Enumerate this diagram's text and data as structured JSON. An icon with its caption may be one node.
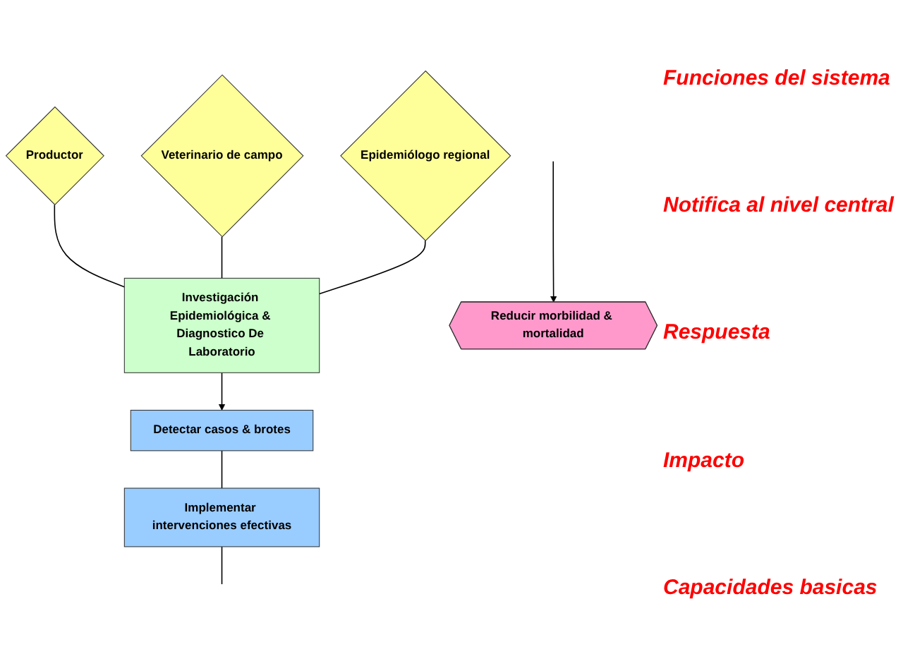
{
  "diagram": {
    "nodes": [
      {
        "text": [
          "Productor"
        ]
      },
      {
        "text": [
          "Veterinario de campo"
        ]
      },
      {
        "text": [
          "Epidemiólogo regional"
        ]
      },
      {
        "text": [
          "Investigación Epidemiológica & Diagnostico De Laboratorio"
        ]
      },
      {
        "text": [
          "Detectar casos & brotes"
        ]
      },
      {
        "text": [
          "Implementar intervenciones efectivas"
        ]
      },
      {
        "text": [
          "Reducir morbilidad & mortalidad"
        ]
      }
    ],
    "edges": [
      {
        "from": 0,
        "to": 3,
        "arrow": "none"
      },
      {
        "from": 1,
        "to": 3,
        "arrow": "none"
      },
      {
        "from": 2,
        "to": 3,
        "arrow": "none"
      },
      {
        "from": 3,
        "to": 4,
        "arrow": "to"
      },
      {
        "from": 4,
        "to": 5,
        "arrow": "none"
      },
      {
        "from": 5,
        "to": null,
        "arrow": "none"
      },
      {
        "from": null,
        "to": 6,
        "arrow": "to"
      }
    ],
    "labels": [
      "Funciones del sistema",
      "Notifica al nivel central",
      "Respuesta",
      "Impacto",
      "Capacidades basicas"
    ]
  }
}
